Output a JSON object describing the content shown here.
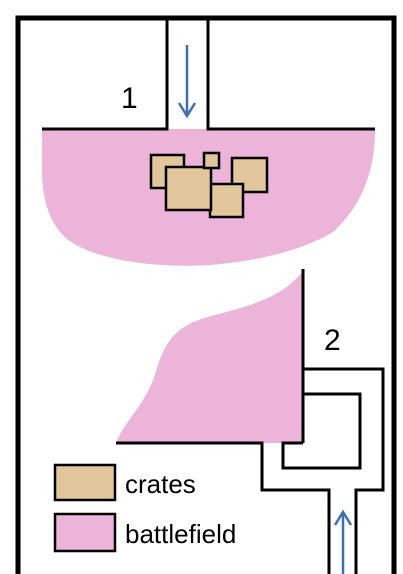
{
  "diagram": {
    "areas": [
      {
        "id": "area-1",
        "label": "1"
      },
      {
        "id": "area-2",
        "label": "2"
      }
    ],
    "legend": {
      "items": [
        {
          "key": "crates",
          "label": "crates",
          "color": "#e2c79c"
        },
        {
          "key": "battlefield",
          "label": "battlefield",
          "color": "#ebb4d8"
        }
      ]
    },
    "colors": {
      "battlefield_fill": "#ebb4d8",
      "crate_fill": "#e2c79c",
      "arrow": "#3f6fb2",
      "line": "#000000",
      "background": "#ffffff"
    },
    "icons": {
      "entry_arrow_1": "arrow-down",
      "entry_arrow_2": "arrow-up"
    }
  }
}
